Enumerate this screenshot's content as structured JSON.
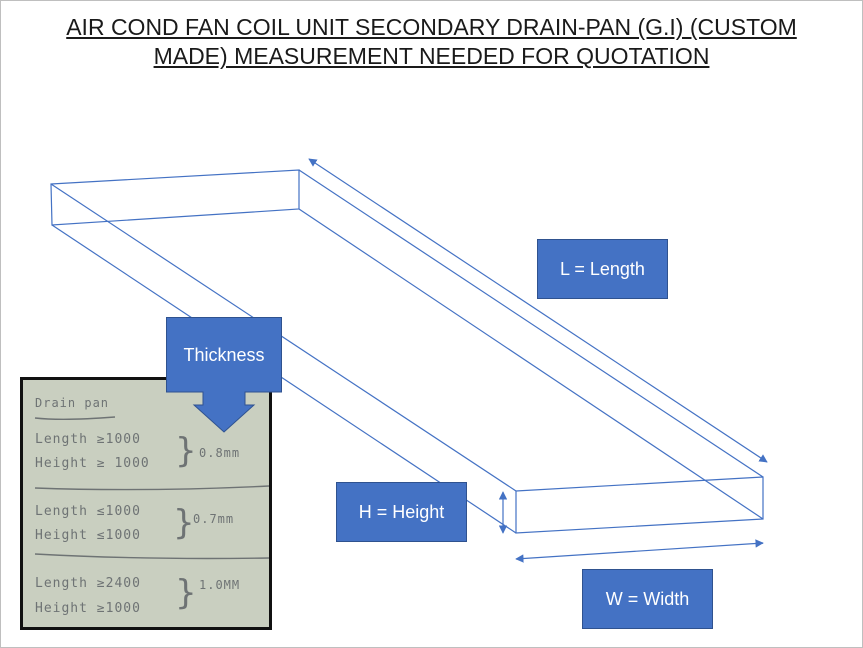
{
  "title": {
    "line1": "AIR COND FAN COIL UNIT SECONDARY DRAIN-PAN (G.I) (CUSTOM",
    "line2": "MADE) MEASUREMENT NEEDED FOR QUOTATION"
  },
  "labels": {
    "length": "L = Length",
    "height": "H = Height",
    "width": "W = Width",
    "thickness": "Thickness"
  },
  "colors": {
    "line": "#4472c4",
    "box_fill": "#4472c4",
    "box_text": "#ffffff",
    "photo_paper": "#c9cfc0",
    "handwriting": "#6e7374"
  },
  "note_photo": {
    "heading": "Drain pan",
    "groups": [
      {
        "rows": [
          "Length ≥1000",
          "Height ≥ 1000"
        ],
        "thickness": "0.8mm"
      },
      {
        "rows": [
          "Length ≤1000",
          "Height ≤1000"
        ],
        "thickness": "0.7mm"
      },
      {
        "rows": [
          "Length ≥2400",
          "Height ≥1000"
        ],
        "thickness": "1.0MM"
      }
    ]
  }
}
